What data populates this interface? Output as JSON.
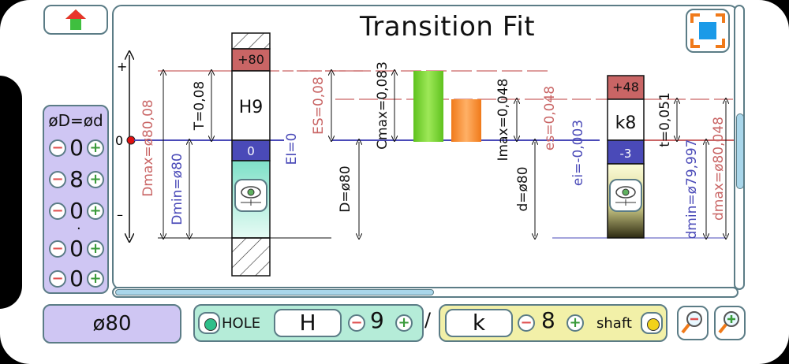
{
  "title": "Transition Fit",
  "nominal": {
    "equation_label": "øD=ød",
    "digits": [
      "0",
      "8",
      "0",
      "0",
      "0"
    ],
    "decimal_point": ".",
    "display": "ø80"
  },
  "hole": {
    "label": "HOLE",
    "letter": "H",
    "grade": "9",
    "tag": "H9",
    "T": "T=0,08",
    "ES": "ES=0,08",
    "EI": "EI=0",
    "Dmax": "Dmax=ø80,08",
    "Dmin": "Dmin=ø80",
    "D": "D=ø80",
    "upper_dev": "+80",
    "lower_dev": "0"
  },
  "shaft": {
    "label": "shaft",
    "letter": "k",
    "grade": "8",
    "tag": "k8",
    "t": "t=0,051",
    "es": "es=0,048",
    "ei": "ei=-0,003",
    "dmax": "dmax=ø80,048",
    "dmin": "dmin=ø79,997",
    "d": "d=ø80",
    "upper_dev": "+48",
    "lower_dev": "-3"
  },
  "fit": {
    "Cmax": "Cmax=0,083",
    "Imax": "Imax=0,048"
  },
  "axis": {
    "plus": "+",
    "minus": "–",
    "zero": "0"
  },
  "separator": "/",
  "icons": {
    "home": "home-arrow-icon",
    "fullscreen": "fullscreen-icon",
    "zoom_out": "zoom-out-icon",
    "zoom_in": "zoom-in-icon",
    "eye": "eye-icon"
  },
  "colors": {
    "hole_panel": "#b5ecd8",
    "shaft_panel": "#f2f0a8",
    "nominal_panel": "#cfc6f3",
    "clearance_bar": "#6fcf2a",
    "interference_bar": "#f5872a",
    "upper_dev": "#c96565",
    "lower_dev": "#4a4ab8"
  }
}
